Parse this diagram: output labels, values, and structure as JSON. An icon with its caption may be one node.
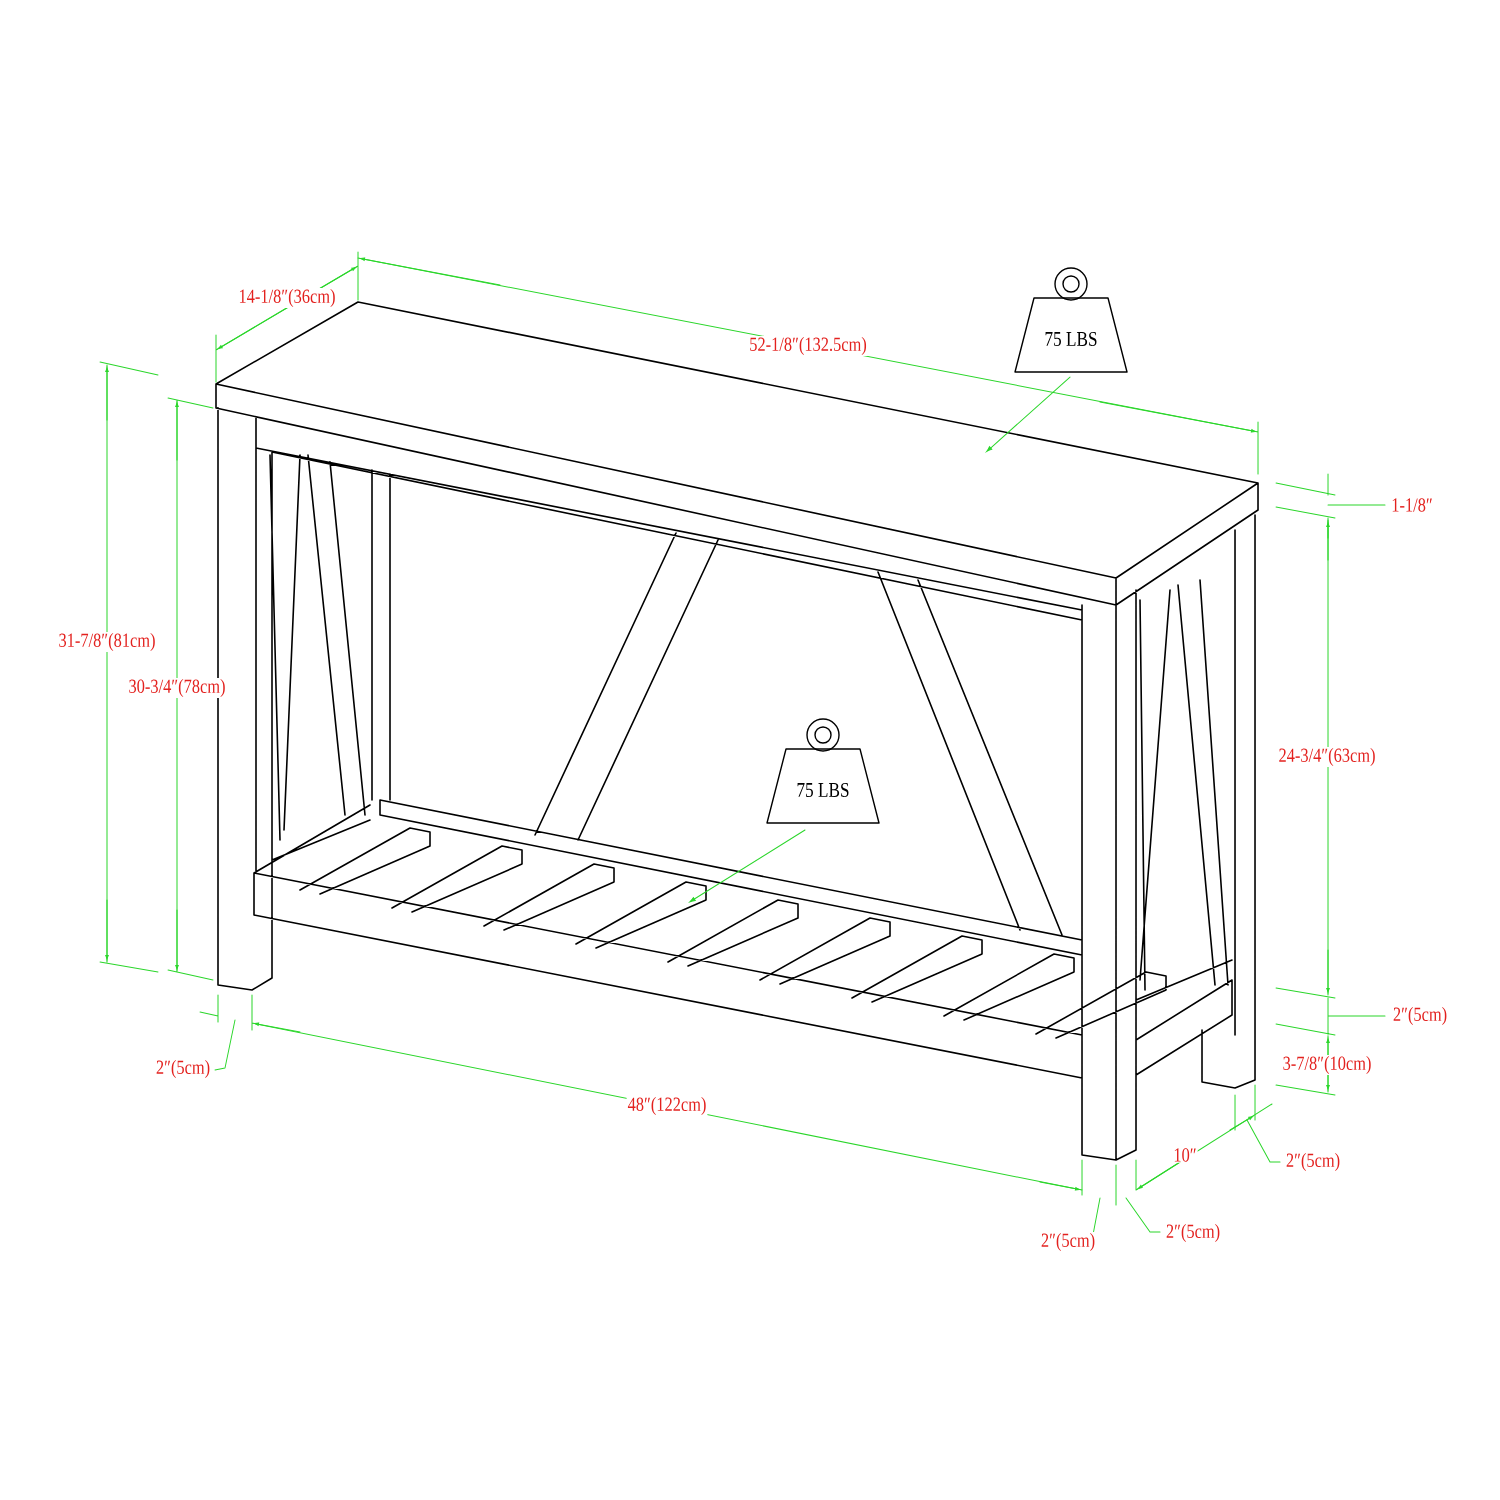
{
  "diagram": {
    "nodes": [
      {
        "text": [
          "75 LBS"
        ]
      },
      {
        "text": [
          "75 LBS"
        ]
      }
    ],
    "edges": [],
    "labels": [
      "14-1/8″(36cm)",
      "52-1/8″(132.5cm)",
      "1-1/8″",
      "31-7/8″(81cm)",
      "30-3/4″(78cm)",
      "24-3/4″(63cm)",
      "2″(5cm)",
      "3-7/8″(10cm)",
      "2″(5cm)",
      "48″(122cm)",
      "10″",
      "2″(5cm)",
      "2″(5cm)",
      "2″(5cm)"
    ]
  }
}
